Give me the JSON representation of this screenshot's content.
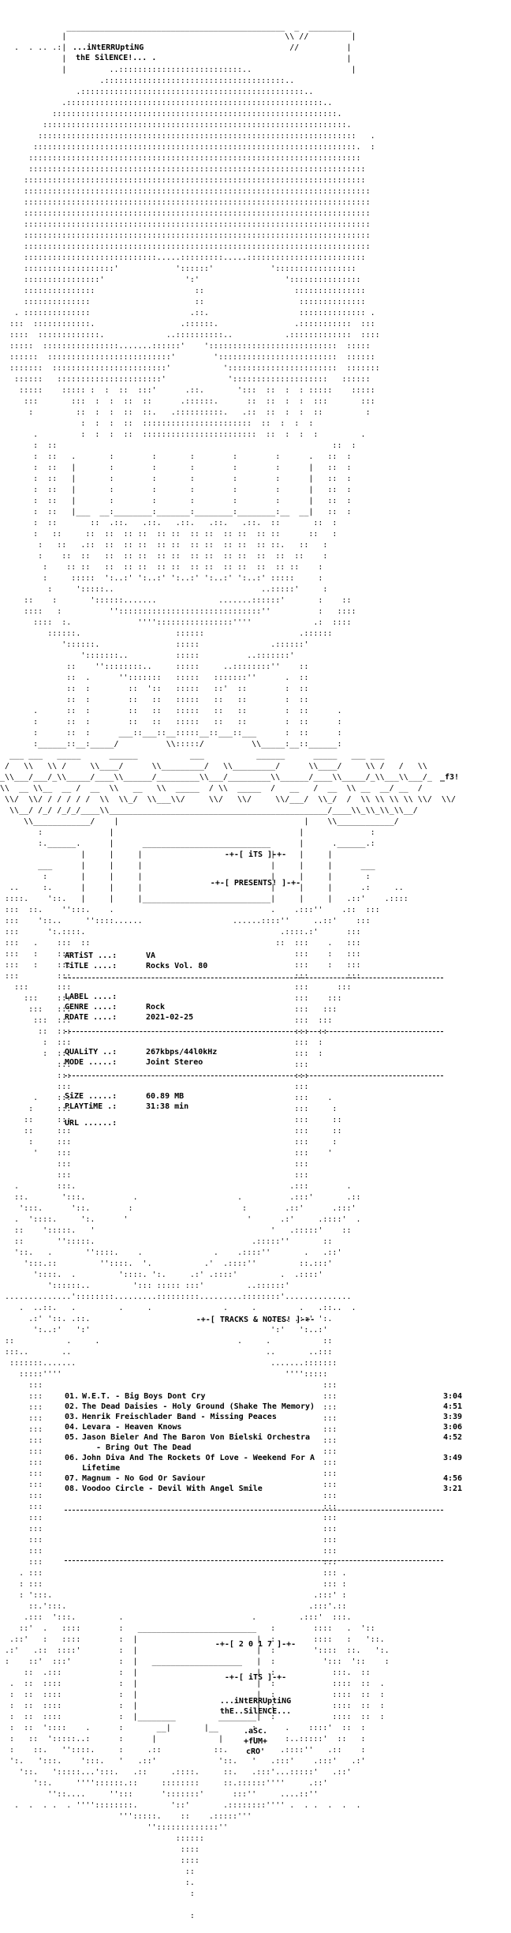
{
  "header": {
    "line1": "...iNtERRUptiNG",
    "line2": "thE SilENCE!... .",
    "credit": "_f3!"
  },
  "banners": {
    "its": "-+-[ iTS ]-+-",
    "presents": "-+-[ PRESENTS! ]-+-",
    "tracks_notes": "-+-[ TRACKS & NOTES! ]-+-",
    "year": "-+-[ 2 0 1 7 ]-+-",
    "its_footer": "-+-[ iTS ]-+-"
  },
  "info": {
    "artist_label": "ARTiST ...:",
    "artist": "VA",
    "title_label": "TiTLE ....:",
    "title": "Rocks Vol. 80",
    "label_label": "LABEL ....:",
    "label": "",
    "genre_label": "GENRE ....:",
    "genre": "Rock",
    "rdate_label": "RDATE ....:",
    "rdate": "2021-02-25",
    "quality_label": "QUALiTY ..:",
    "quality": "267kbps/44l0kHz",
    "mode_label": "MODE .....:",
    "mode": "Joint Stereo",
    "size_label": "SiZE .....:",
    "size": "60.89 MB",
    "playtime_label": "PLAYTiME .:",
    "playtime": "31:38 min",
    "url_label": "URL ......:",
    "url": ""
  },
  "tracks": [
    {
      "num": "01.",
      "title": "W.E.T. - Big Boys Dont Cry",
      "time": "3:04"
    },
    {
      "num": "02.",
      "title": "The Dead Daisies - Holy Ground (Shake The Memory)",
      "time": "4:51"
    },
    {
      "num": "03.",
      "title": "Henrik Freischlader Band - Missing Peaces",
      "time": "3:39"
    },
    {
      "num": "04.",
      "title": "Levara - Heaven Knows",
      "time": "3:06"
    },
    {
      "num": "05.",
      "title": "Jason Bieler And The Baron Von Bielski Orchestra",
      "time": "4:52"
    },
    {
      "num": "",
      "title": "- Bring Out The Dead",
      "time": ""
    },
    {
      "num": "06.",
      "title": "John Diva And The Rockets Of Love - Weekend For A",
      "time": "3:49"
    },
    {
      "num": "",
      "title": "Lifetime",
      "time": ""
    },
    {
      "num": "07.",
      "title": "Magnum - No God Or Saviour",
      "time": "4:56"
    },
    {
      "num": "08.",
      "title": "Voodoo Circle - Devil With Angel Smile",
      "time": "3:21"
    }
  ],
  "footer": {
    "line1": "...iNtERRUptiNG",
    "line2": "thE..SilENCE...",
    "tag1": ".aSc.",
    "tag2": "+fUM+",
    "tag3": "cRO'"
  }
}
